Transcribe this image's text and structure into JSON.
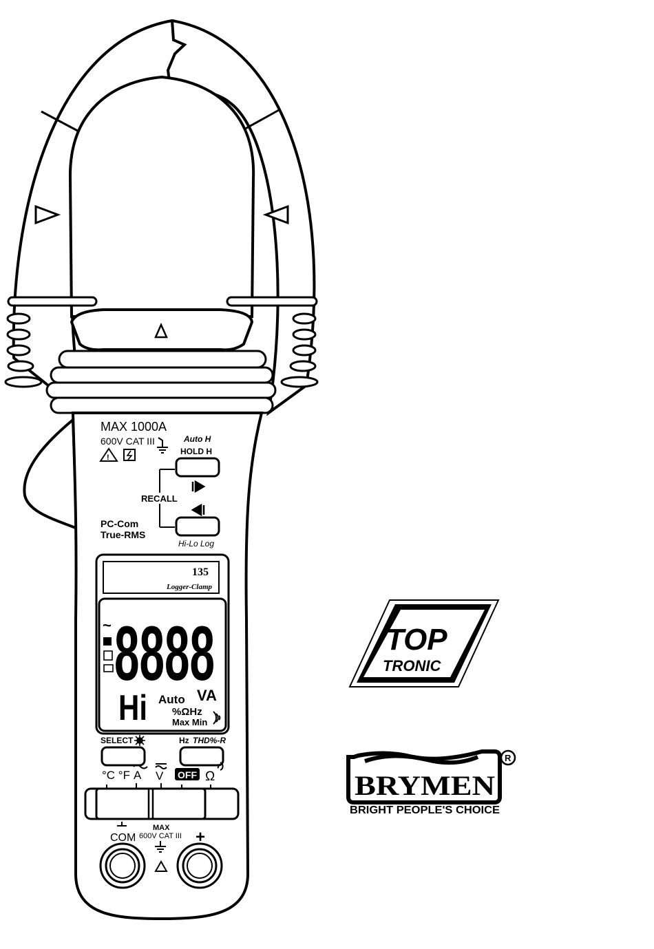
{
  "meter": {
    "max_current": "MAX 1000A",
    "category": "600V CAT III",
    "auto_hold": "Auto H",
    "hold": "HOLD H",
    "recall": "RECALL",
    "pc_com": "PC-Com",
    "true_rms": "True-RMS",
    "hi_lo_log": "Hi-Lo Log",
    "model_number": "135",
    "model_name": "Logger-Clamp",
    "lcd": {
      "digits": "8888",
      "sub_digits": "Hi",
      "auto": "Auto",
      "unit_va": "VA",
      "unit_pct_ohm_hz": "%ΩHz",
      "max_min": "Max Min",
      "tilde": "~"
    },
    "select_label": "SELECT",
    "hz_label": "Hz",
    "thd_label": "THD%-R",
    "dial": {
      "temp": "°C °F",
      "amps": "A",
      "volts": "V",
      "off": "OFF",
      "ohm": "Ω"
    },
    "com_label": "COM",
    "input_max": "MAX",
    "input_category": "600V CAT III",
    "plus_label": "+"
  },
  "logos": {
    "top_line1": "TOP",
    "top_line2": "TRONIC",
    "brymen": "BRYMEN",
    "registered": "R",
    "tagline": "BRIGHT PEOPLE'S CHOICE"
  },
  "colors": {
    "ink": "#000000",
    "paper": "#ffffff",
    "clamp_shade": "#ececec"
  }
}
